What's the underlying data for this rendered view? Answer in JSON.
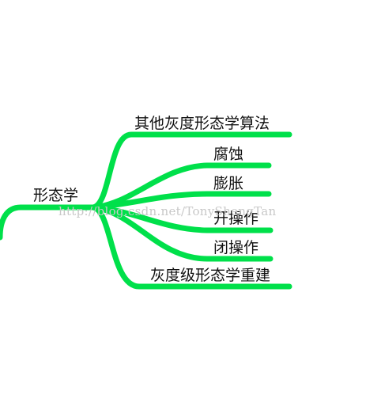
{
  "mindmap": {
    "root": {
      "label": "形态学"
    },
    "branches": [
      {
        "label": "其他灰度形态学算法"
      },
      {
        "label": "腐蚀"
      },
      {
        "label": "膨胀"
      },
      {
        "label": "开操作"
      },
      {
        "label": "闭操作"
      },
      {
        "label": "灰度级形态学重建"
      }
    ],
    "branch_color": "#00e04a"
  },
  "watermark": {
    "text": "http://blog.csdn.net/TonyShengTan"
  }
}
